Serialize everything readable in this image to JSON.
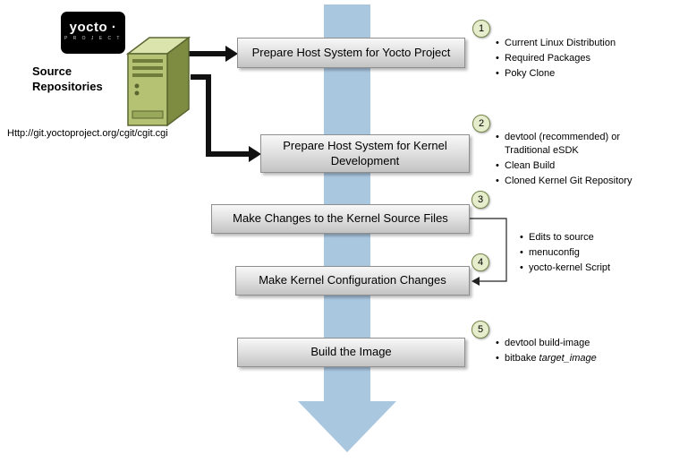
{
  "logo": {
    "name": "yocto ·",
    "sub": "P R O J E C T"
  },
  "source": {
    "title": "Source Repositories",
    "url": "Http://git.yoctoproject.org/cgit/cgit.cgi"
  },
  "steps": [
    {
      "num": "1",
      "label": "Prepare Host System for Yocto Project",
      "bullets": [
        "Current Linux Distribution",
        "Required Packages",
        "Poky Clone"
      ]
    },
    {
      "num": "2",
      "label": "Prepare Host System for Kernel Development",
      "bullets": [
        "devtool (recommended) or Traditional eSDK",
        "Clean Build",
        "Cloned Kernel Git Repository"
      ]
    },
    {
      "num": "3",
      "label": "Make Changes to the Kernel Source Files"
    },
    {
      "num": "4",
      "label": "Make Kernel Configuration Changes"
    },
    {
      "num": "5",
      "label": "Build the Image"
    }
  ],
  "shared_bullets": [
    "Edits to source",
    "menuconfig",
    "yocto-kernel Script"
  ],
  "build_bullets": {
    "first": "devtool build-image",
    "second_prefix": "bitbake ",
    "second_italic": "target_image"
  },
  "colors": {
    "flow_arrow": "#aac7e0",
    "box_border": "#8f8f8f",
    "circle_fill": "#e6edcd",
    "circle_border": "#75854a",
    "server_front": "#b5c273",
    "server_top": "#dce4ae",
    "server_side": "#7e8c42"
  }
}
